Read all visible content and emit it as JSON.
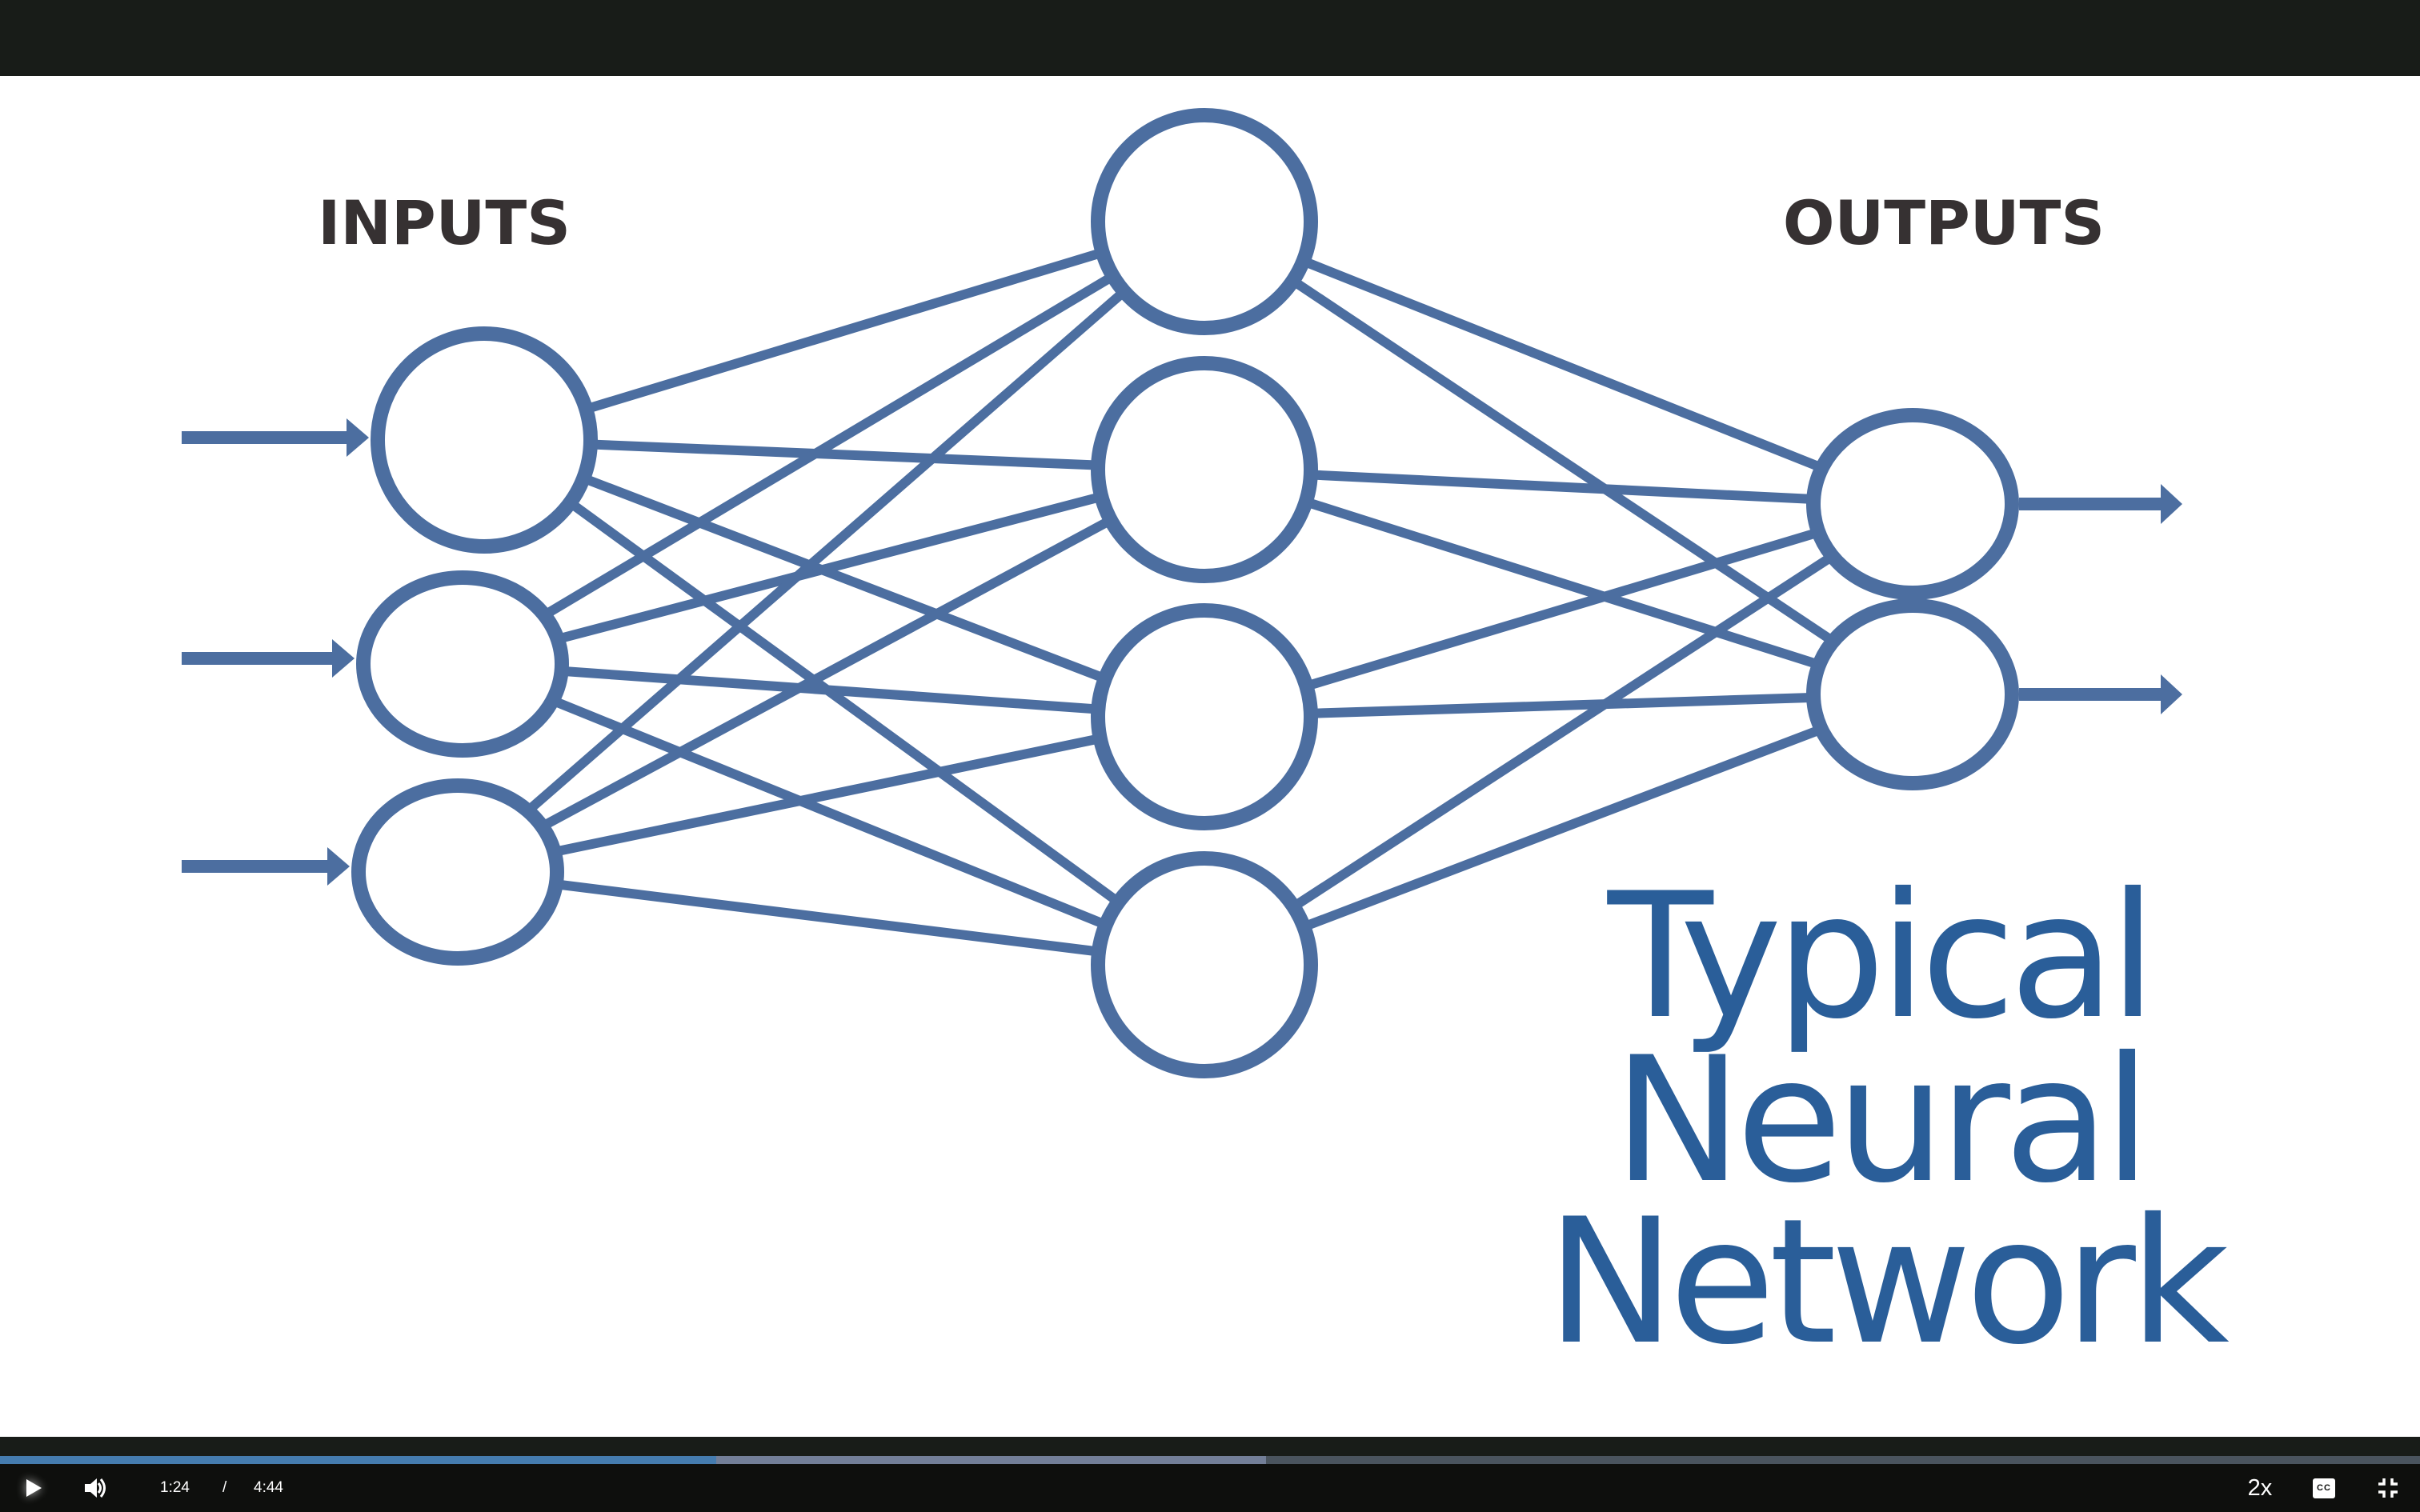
{
  "player": {
    "current_time": "1:24",
    "separator": "/",
    "total_time": "4:44",
    "played_fraction": 0.296,
    "buffered_fraction": 0.523,
    "speed_label": "2x",
    "cc_label": "CC",
    "state": "paused",
    "icons": {
      "play": "play-icon",
      "volume": "volume-icon",
      "captions": "closed-captions-icon",
      "fullscreen": "exit-fullscreen-icon"
    },
    "colors": {
      "played": "#457caf",
      "buffered": "#737f98",
      "track": "#4a545e"
    }
  },
  "slide": {
    "inputs_label": "INPUTS",
    "outputs_label": "OUTPUTS",
    "title_lines": [
      "Typical",
      "Neural",
      "Network"
    ],
    "network": {
      "layers": [
        {
          "name": "input",
          "nodes": 3
        },
        {
          "name": "hidden",
          "nodes": 4
        },
        {
          "name": "output",
          "nodes": 2
        }
      ],
      "fully_connected": true,
      "input_arrows": 3,
      "output_arrows": 2
    },
    "colors": {
      "network": "#4c6ea0",
      "title": "#2a5e99",
      "labels": "#363132"
    }
  }
}
